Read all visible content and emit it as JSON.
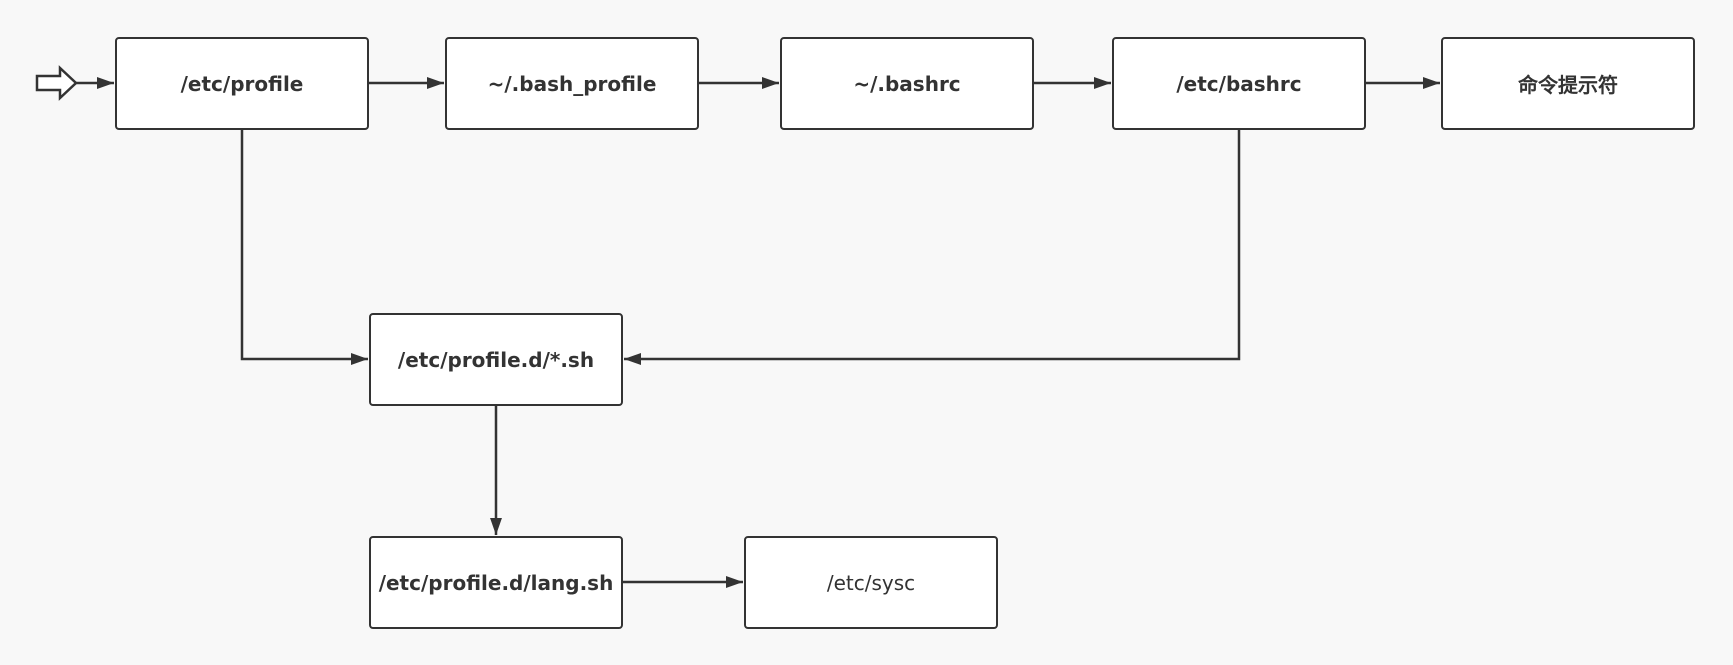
{
  "diagram": {
    "nodes": {
      "etc_profile": "/etc/profile",
      "bash_profile": "~/.bash_profile",
      "bashrc_home": "~/.bashrc",
      "etc_bashrc": "/etc/bashrc",
      "command_prompt": "命令提示符",
      "profile_d_sh": "/etc/profile.d/*.sh",
      "lang_sh": "/etc/profile.d/lang.sh",
      "etc_sysc": "/etc/sysc"
    },
    "edges": [
      {
        "from": "start",
        "to": "etc_profile"
      },
      {
        "from": "etc_profile",
        "to": "bash_profile"
      },
      {
        "from": "bash_profile",
        "to": "bashrc_home"
      },
      {
        "from": "bashrc_home",
        "to": "etc_bashrc"
      },
      {
        "from": "etc_bashrc",
        "to": "command_prompt"
      },
      {
        "from": "etc_profile",
        "to": "profile_d_sh"
      },
      {
        "from": "etc_bashrc",
        "to": "profile_d_sh"
      },
      {
        "from": "profile_d_sh",
        "to": "lang_sh"
      },
      {
        "from": "lang_sh",
        "to": "etc_sysc"
      }
    ],
    "colors": {
      "stroke": "#333333",
      "node_fill": "#ffffff",
      "background": "#f8f8f8"
    }
  }
}
